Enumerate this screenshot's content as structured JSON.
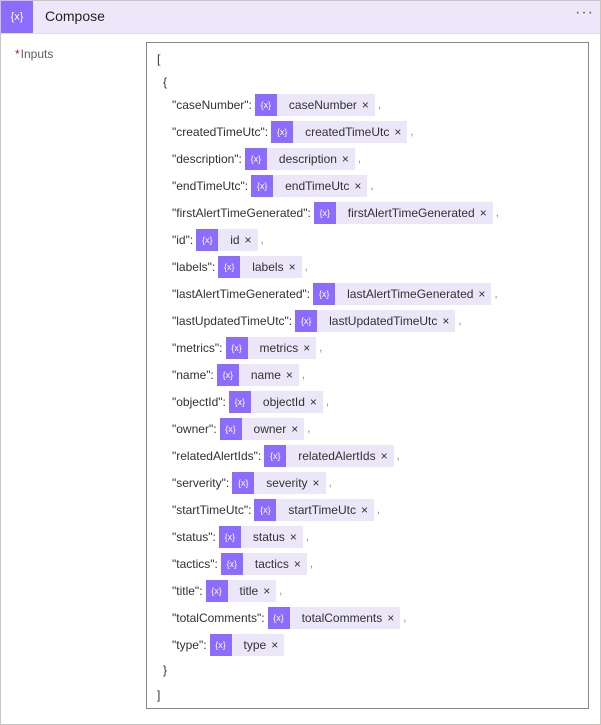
{
  "header": {
    "title": "Compose",
    "icon_text": "{x}",
    "more": "···"
  },
  "inputs": {
    "required": "*",
    "label": "Inputs"
  },
  "editor": {
    "open_bracket": "[",
    "open_brace": "{",
    "close_brace": "}",
    "close_bracket": "]",
    "comma": ",",
    "remove": "×",
    "token_icon_text": "{x}",
    "rows": [
      {
        "key": "\"caseNumber\":",
        "token": "caseNumber"
      },
      {
        "key": "\"createdTimeUtc\":",
        "token": "createdTimeUtc"
      },
      {
        "key": "\"description\":",
        "token": "description"
      },
      {
        "key": "\"endTimeUtc\":",
        "token": "endTimeUtc"
      },
      {
        "key": "\"firstAlertTimeGenerated\":",
        "token": "firstAlertTimeGenerated"
      },
      {
        "key": "\"id\":",
        "token": "id"
      },
      {
        "key": "\"labels\":",
        "token": "labels"
      },
      {
        "key": "\"lastAlertTimeGenerated\":",
        "token": "lastAlertTimeGenerated"
      },
      {
        "key": "\"lastUpdatedTimeUtc\":",
        "token": "lastUpdatedTimeUtc"
      },
      {
        "key": "\"metrics\":",
        "token": "metrics"
      },
      {
        "key": "\"name\":",
        "token": "name"
      },
      {
        "key": "\"objectId\":",
        "token": "objectId"
      },
      {
        "key": "\"owner\":",
        "token": "owner"
      },
      {
        "key": "\"relatedAlertIds\":",
        "token": "relatedAlertIds"
      },
      {
        "key": "\"serverity\":",
        "token": "severity"
      },
      {
        "key": "\"startTimeUtc\":",
        "token": "startTimeUtc"
      },
      {
        "key": "\"status\":",
        "token": "status"
      },
      {
        "key": "\"tactics\":",
        "token": "tactics"
      },
      {
        "key": "\"title\":",
        "token": "title"
      },
      {
        "key": "\"totalComments\":",
        "token": "totalComments"
      },
      {
        "key": "\"type\":",
        "token": "type"
      }
    ]
  }
}
